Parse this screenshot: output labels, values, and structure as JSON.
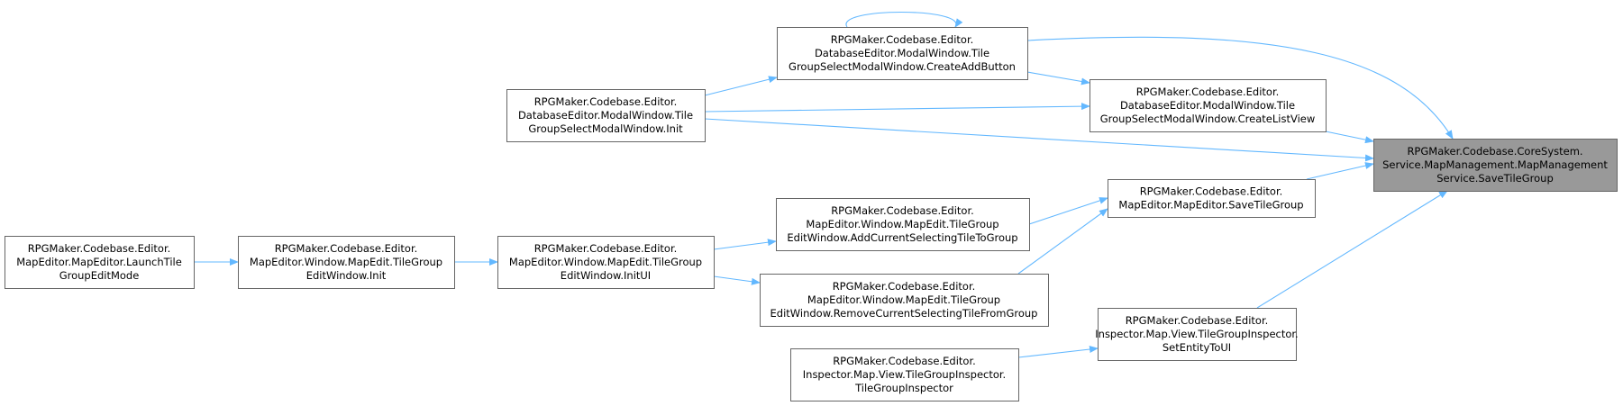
{
  "colors": {
    "edge": "#63b8ff",
    "node_border": "#666666",
    "node_fill": "#ffffff",
    "highlight_fill": "#999999"
  },
  "nodes": [
    {
      "id": "save_tile_group_service",
      "highlight": true,
      "lines": [
        "RPGMaker.Codebase.CoreSystem.",
        "Service.MapManagement.MapManagement",
        "Service.SaveTileGroup"
      ]
    },
    {
      "id": "create_add_button",
      "lines": [
        "RPGMaker.Codebase.Editor.",
        "DatabaseEditor.ModalWindow.Tile",
        "GroupSelectModalWindow.CreateAddButton"
      ]
    },
    {
      "id": "create_list_view",
      "lines": [
        "RPGMaker.Codebase.Editor.",
        "DatabaseEditor.ModalWindow.Tile",
        "GroupSelectModalWindow.CreateListView"
      ]
    },
    {
      "id": "modal_init",
      "lines": [
        "RPGMaker.Codebase.Editor.",
        "DatabaseEditor.ModalWindow.Tile",
        "GroupSelectModalWindow.Init"
      ]
    },
    {
      "id": "map_editor_save_tile_group",
      "lines": [
        "RPGMaker.Codebase.Editor.",
        "MapEditor.MapEditor.SaveTileGroup"
      ]
    },
    {
      "id": "add_current_selecting",
      "lines": [
        "RPGMaker.Codebase.Editor.",
        "MapEditor.Window.MapEdit.TileGroup",
        "EditWindow.AddCurrentSelectingTileToGroup"
      ]
    },
    {
      "id": "remove_current_selecting",
      "lines": [
        "RPGMaker.Codebase.Editor.",
        "MapEditor.Window.MapEdit.TileGroup",
        "EditWindow.RemoveCurrentSelectingTileFromGroup"
      ]
    },
    {
      "id": "init_ui",
      "lines": [
        "RPGMaker.Codebase.Editor.",
        "MapEditor.Window.MapEdit.TileGroup",
        "EditWindow.InitUI"
      ]
    },
    {
      "id": "edit_window_init",
      "lines": [
        "RPGMaker.Codebase.Editor.",
        "MapEditor.Window.MapEdit.TileGroup",
        "EditWindow.Init"
      ]
    },
    {
      "id": "launch_tile_group_edit_mode",
      "lines": [
        "RPGMaker.Codebase.Editor.",
        "MapEditor.MapEditor.LaunchTile",
        "GroupEditMode"
      ]
    },
    {
      "id": "set_entity_to_ui",
      "lines": [
        "RPGMaker.Codebase.Editor.",
        "Inspector.Map.View.TileGroupInspector.",
        "SetEntityToUI"
      ]
    },
    {
      "id": "tile_group_inspector_ctor",
      "lines": [
        "RPGMaker.Codebase.Editor.",
        "Inspector.Map.View.TileGroupInspector.",
        "TileGroupInspector"
      ]
    }
  ],
  "edges": [
    {
      "from": "create_add_button",
      "to": "create_add_button"
    },
    {
      "from": "create_add_button",
      "to": "save_tile_group_service"
    },
    {
      "from": "create_add_button",
      "to": "create_list_view"
    },
    {
      "from": "modal_init",
      "to": "create_add_button"
    },
    {
      "from": "modal_init",
      "to": "create_list_view"
    },
    {
      "from": "modal_init",
      "to": "save_tile_group_service"
    },
    {
      "from": "create_list_view",
      "to": "save_tile_group_service"
    },
    {
      "from": "map_editor_save_tile_group",
      "to": "save_tile_group_service"
    },
    {
      "from": "set_entity_to_ui",
      "to": "save_tile_group_service"
    },
    {
      "from": "add_current_selecting",
      "to": "map_editor_save_tile_group"
    },
    {
      "from": "remove_current_selecting",
      "to": "map_editor_save_tile_group"
    },
    {
      "from": "init_ui",
      "to": "add_current_selecting"
    },
    {
      "from": "init_ui",
      "to": "remove_current_selecting"
    },
    {
      "from": "edit_window_init",
      "to": "init_ui"
    },
    {
      "from": "launch_tile_group_edit_mode",
      "to": "edit_window_init"
    },
    {
      "from": "tile_group_inspector_ctor",
      "to": "set_entity_to_ui"
    }
  ]
}
